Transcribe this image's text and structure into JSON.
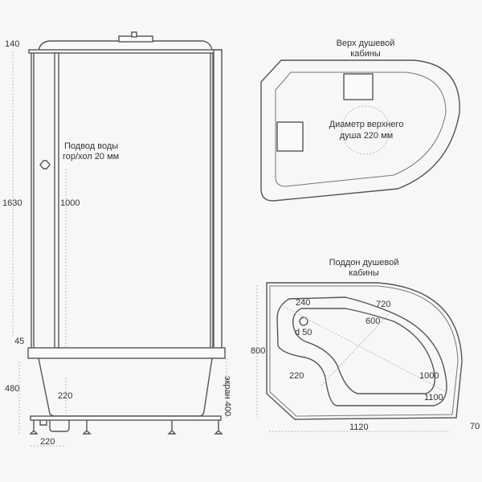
{
  "front_view": {
    "dim_top": "140",
    "dim_height": "1630",
    "dim_water_height": "1000",
    "water_label_1": "Подвод воды",
    "water_label_2": "гор/хол 20 мм",
    "dim_rim": "45",
    "dim_base": "480",
    "dim_depth": "220",
    "dim_drain_offset": "220",
    "screen_label": "экран 400"
  },
  "top_view": {
    "title_1": "Верх душевой",
    "title_2": "кабины",
    "shower_label_1": "Диаметр верхнего",
    "shower_label_2": "душа 220 мм"
  },
  "tray_view": {
    "title_1": "Поддон душевой",
    "title_2": "кабины",
    "dim_depth": "800",
    "dim_240": "240",
    "dim_720": "720",
    "dim_600": "600",
    "drain": "d 50",
    "dim_220": "220",
    "dim_1000": "1000",
    "dim_1100": "1100",
    "dim_width": "1120",
    "dim_offset": "70"
  }
}
